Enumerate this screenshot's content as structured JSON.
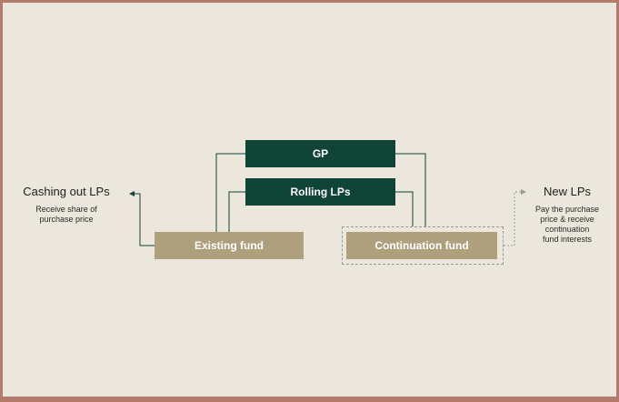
{
  "diagram": {
    "nodes": {
      "gp": "GP",
      "rolling_lps": "Rolling LPs",
      "existing_fund": "Existing fund",
      "continuation_fund": "Continuation fund"
    },
    "left_party": {
      "title": "Cashing out LPs",
      "description_line1": "Receive share of",
      "description_line2": "purchase price"
    },
    "right_party": {
      "title": "New LPs",
      "description_line1": "Pay the purchase",
      "description_line2": "price & receive",
      "description_line3": "continuation",
      "description_line4": "fund interests"
    }
  },
  "colors": {
    "background": "#ebe7dc",
    "frame": "#b27b6b",
    "dark_green": "#0f4437",
    "tan": "#aea07c",
    "dashed": "#9a9a92"
  }
}
